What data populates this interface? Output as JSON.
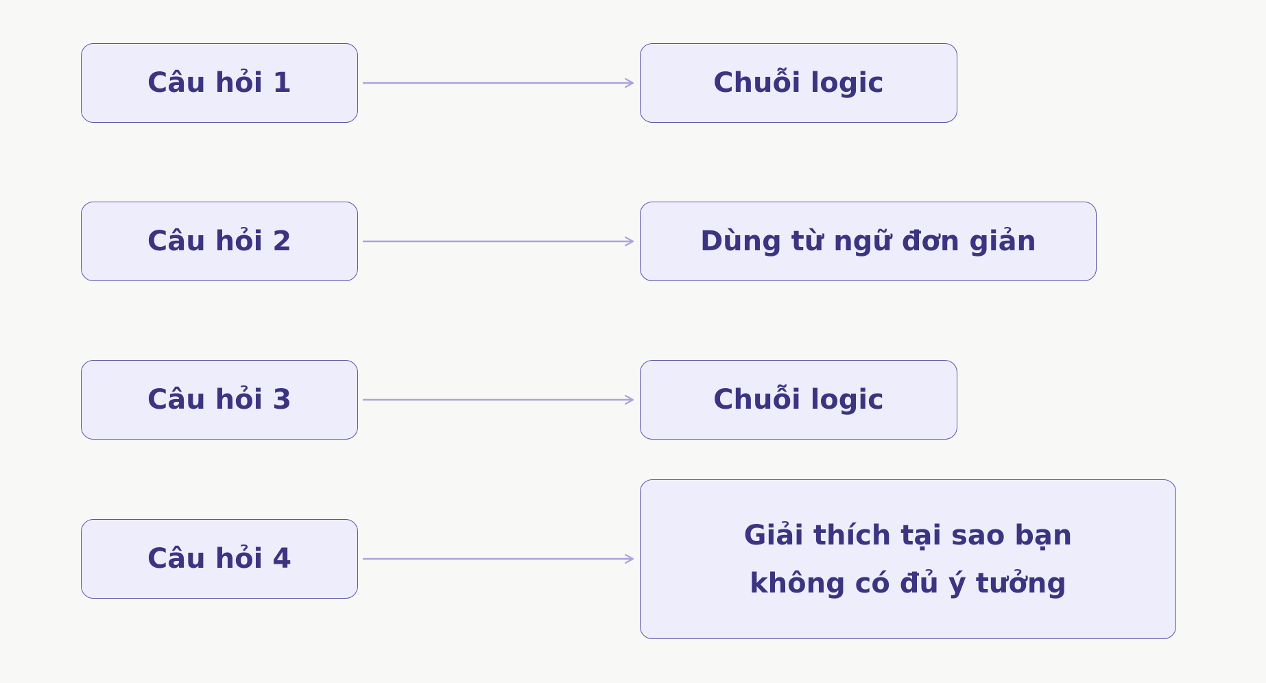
{
  "diagram": {
    "questions": [
      {
        "label": "Câu hỏi 1"
      },
      {
        "label": "Câu hỏi 2"
      },
      {
        "label": "Câu hỏi 3"
      },
      {
        "label": "Câu hỏi 4"
      }
    ],
    "answers": [
      {
        "label": "Chuỗi logic"
      },
      {
        "label": "Dùng từ ngữ đơn giản"
      },
      {
        "label": "Chuỗi logic"
      },
      {
        "label": "Giải thích tại sao bạn\nkhông có đủ ý tưởng"
      }
    ],
    "colors": {
      "background": "#f8f8f7",
      "node_fill": "#eeedfb",
      "node_border": "#5a52a8",
      "text": "#3c3480",
      "arrow": "#aaa3e0"
    }
  }
}
